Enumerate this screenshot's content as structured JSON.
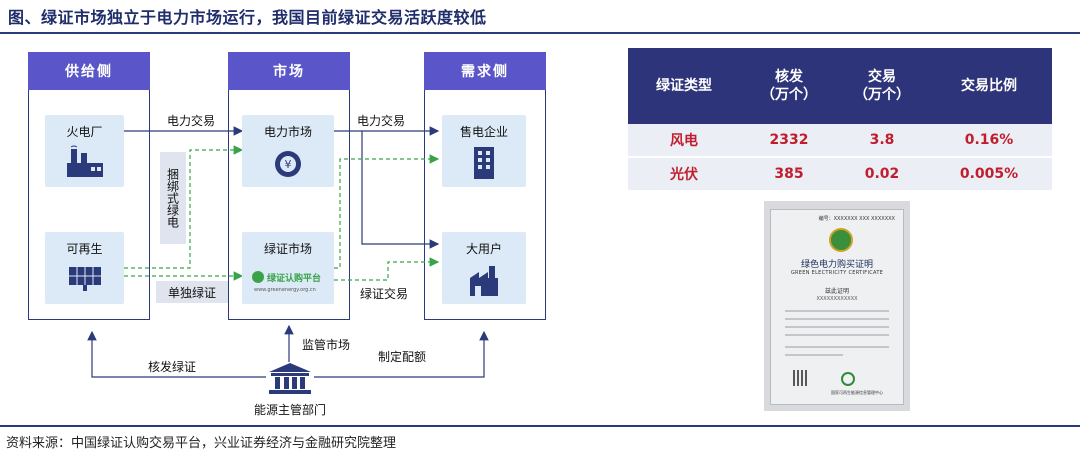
{
  "title": "图、绿证市场独立于电力市场运行，我国目前绿证交易活跃度较低",
  "source": "资料来源：中国绿证认购交易平台，兴业证券经济与金融研究院整理",
  "diagram": {
    "columns": {
      "supply": "供给侧",
      "market": "市场",
      "demand": "需求侧"
    },
    "nodes": {
      "thermal_plant": "火电厂",
      "renewable": "可再生",
      "power_market": "电力市场",
      "green_cert_market": "绿证市场",
      "retail_company": "售电企业",
      "large_user": "大用户"
    },
    "green_cert_platform_logo": "绿证认购平台",
    "green_cert_platform_url": "www.greenenergy.org.cn",
    "tags": {
      "bundled": "捆绑式绿电",
      "separate": "单独绿证"
    },
    "edge_labels": {
      "power_trade_left": "电力交易",
      "power_trade_right": "电力交易",
      "cert_trade": "绿证交易",
      "issue_cert": "核发绿证",
      "supervise_market": "监管市场",
      "set_quota": "制定配额"
    },
    "authority": "能源主管部门",
    "icons": [
      "power-plant-icon",
      "solar-panel-icon",
      "yen-exchange-icon",
      "office-building-icon",
      "factory-icon",
      "government-building-icon"
    ]
  },
  "stats_table": {
    "headers": {
      "type": "绿证类型",
      "issued": [
        "核发",
        "（万个）"
      ],
      "traded": [
        "交易",
        "（万个）"
      ],
      "ratio": "交易比例"
    },
    "rows": [
      {
        "type": "风电",
        "issued": "2332",
        "traded": "3.8",
        "ratio": "0.16%"
      },
      {
        "type": "光伏",
        "issued": "385",
        "traded": "0.02",
        "ratio": "0.005%"
      }
    ]
  },
  "certificate": {
    "number": "编号：XXXXXXX XXX XXXXXXX",
    "title_cn": "绿色电力购买证明",
    "title_en": "GREEN ELECTRICITY CERTIFICATE",
    "hereby": "兹此证明",
    "masked_name": "XXXXXXXXXXXX",
    "issuer": "国家可再生能源信息管理中心"
  },
  "colors": {
    "navy": "#2b3a7a",
    "header_purple": "#5a56c9",
    "node_bg": "#dceaf7",
    "green_dash": "#3aa34a",
    "table_header": "#2e3479",
    "table_value": "#c01e2e"
  }
}
